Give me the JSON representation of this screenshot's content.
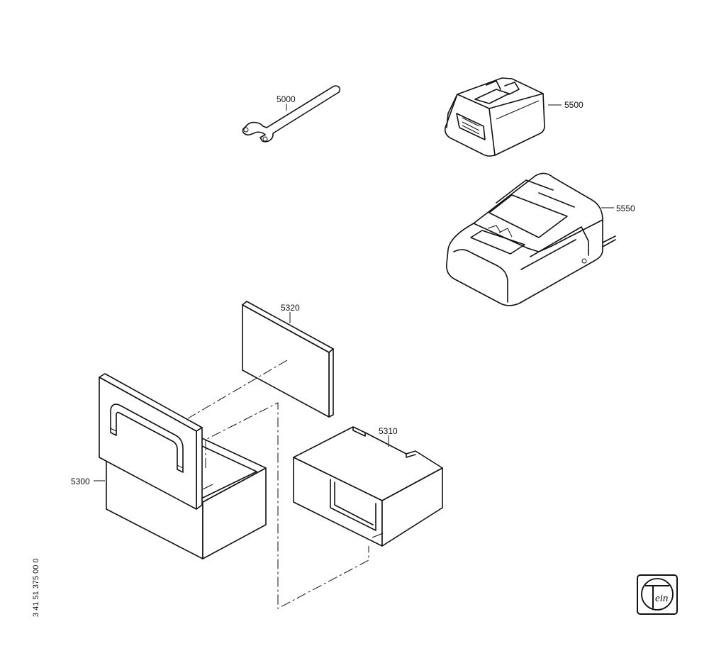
{
  "parts": [
    {
      "id": "5000",
      "label": "5000",
      "icon": "wrench-icon"
    },
    {
      "id": "5500",
      "label": "5500",
      "icon": "battery-pack-icon"
    },
    {
      "id": "5550",
      "label": "5550",
      "icon": "charger-icon"
    },
    {
      "id": "5320",
      "label": "5320",
      "icon": "foam-insert-flat-icon"
    },
    {
      "id": "5310",
      "label": "5310",
      "icon": "foam-insert-block-icon"
    },
    {
      "id": "5300",
      "label": "5300",
      "icon": "carry-case-icon"
    }
  ],
  "document_number": "3 41 51 375 00 0",
  "logo": {
    "text": "Fein",
    "icon": "fein-logo-icon"
  }
}
